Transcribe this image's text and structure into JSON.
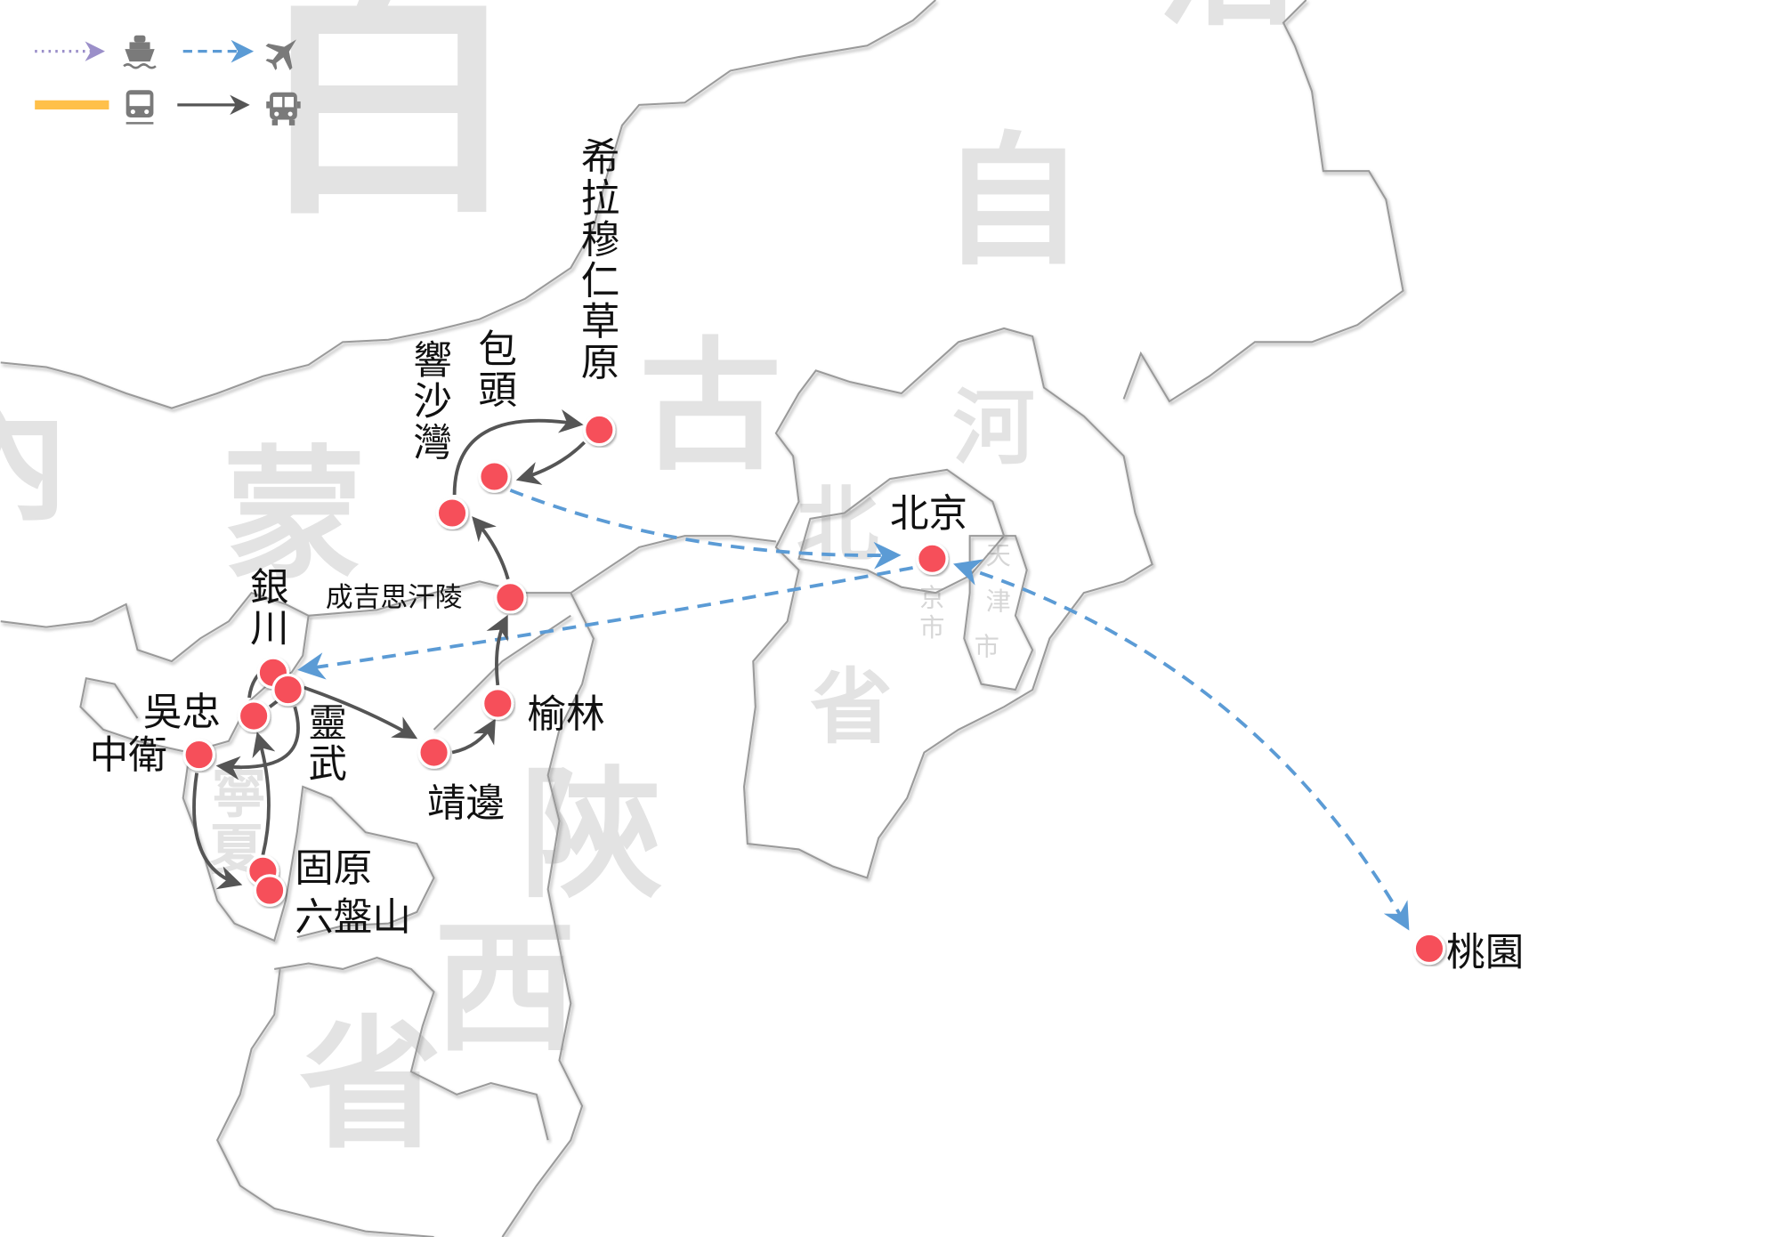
{
  "legend": [
    {
      "mode": "ship",
      "icon": "ship-icon",
      "line": "dotted",
      "color": "#9b8fc9"
    },
    {
      "mode": "plane",
      "icon": "airplane-icon",
      "line": "dashed",
      "color": "#5b9bd5"
    },
    {
      "mode": "train",
      "icon": "train-icon",
      "line": "solid-thick",
      "color": "#ffc04a"
    },
    {
      "mode": "bus",
      "icon": "bus-icon",
      "line": "solid-arrow",
      "color": "#555555"
    }
  ],
  "regions": {
    "nei": "內",
    "bai": "白",
    "meng": "蒙",
    "gu": "古",
    "zi": "自",
    "zhi": "治",
    "he": "河",
    "bei": "北",
    "sheng1": "省",
    "shaan": "陝",
    "xi": "西",
    "sheng2": "省",
    "ning": "寧",
    "xia": "夏",
    "jing": "京",
    "shi1": "市",
    "tian": "天",
    "jin": "津",
    "shi2": "市"
  },
  "places": {
    "xilamuren": "希拉穆仁草原",
    "baotou": "包頭",
    "xiangshawan": "響沙灣",
    "chengjisi": "成吉思汗陵",
    "yulin": "榆林",
    "jingbian": "靖邊",
    "yinchuan": "銀川",
    "lingwu": "靈武",
    "wuzhong": "吳忠",
    "zhongwei": "中衛",
    "guyuan": "固原",
    "liupanshan": "六盤山",
    "beijing": "北京",
    "taoyuan": "桃園"
  },
  "colors": {
    "dot": "#f6505a",
    "flight": "#5b9bd5",
    "road": "#555555"
  }
}
